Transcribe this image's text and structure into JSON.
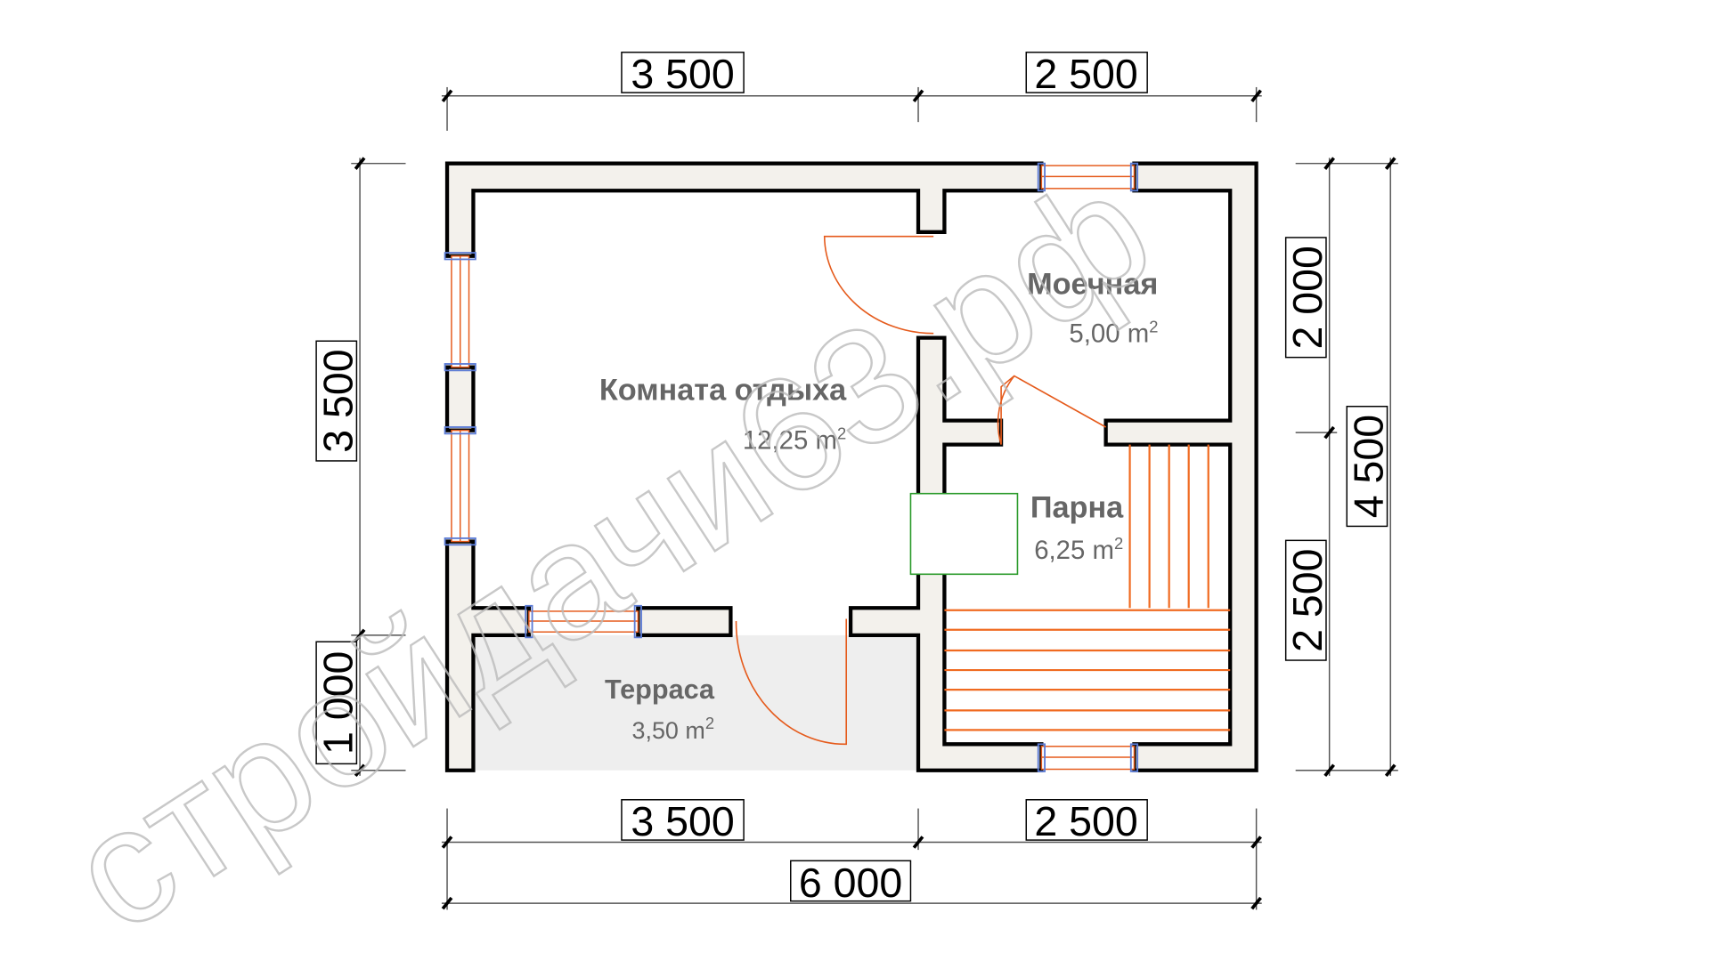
{
  "plan": {
    "rooms": [
      {
        "name": "Комната отдыха",
        "area": "12,25 m",
        "unit_sup": "2"
      },
      {
        "name": "Моечная",
        "area": "5,00 m",
        "unit_sup": "2"
      },
      {
        "name": "Парна",
        "area": "6,25 m",
        "unit_sup": "2"
      },
      {
        "name": "Терраса",
        "area": "3,50 m",
        "unit_sup": "2"
      }
    ],
    "dimensions": {
      "top_left": "3 500",
      "top_right": "2 500",
      "bottom_left": "3 500",
      "bottom_right": "2 500",
      "bottom_total": "6 000",
      "left_main": "3 500",
      "left_terrace": "1 000",
      "right_washroom": "2 000",
      "right_steam": "2 500",
      "right_total": "4 500"
    },
    "colors": {
      "wall_fill": "#f3f1ec",
      "door": "#e55a1b",
      "window_frame": "#5b7bd5",
      "stove": "#2a9a2a",
      "terrace": "#eeeeee"
    }
  },
  "watermark": "стройдачи63.рф"
}
